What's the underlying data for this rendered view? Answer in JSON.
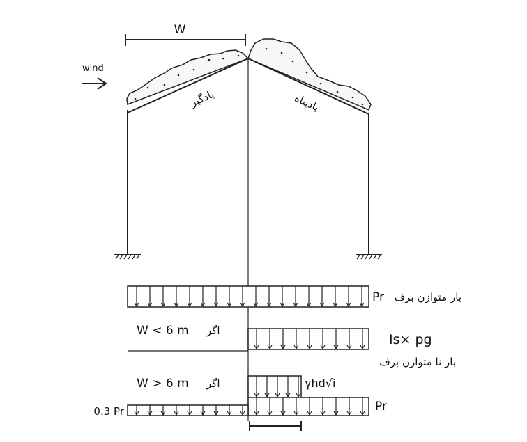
{
  "width_label": "W",
  "wind": {
    "label": "wind",
    "arrow_icon": "right-arrow-icon"
  },
  "roof": {
    "windward_label": "بادگیر",
    "leeward_label": "بادپناه"
  },
  "balanced": {
    "load_label": "Pr",
    "caption": "بار متوازن برف"
  },
  "unbalanced_small": {
    "condition": "W < 6 m",
    "if_label": "اگر",
    "formula_main": "Is× pg",
    "caption": "بار نا متوازن برف"
  },
  "unbalanced_large": {
    "condition": "W > 6 m",
    "if_label": "اگر",
    "drift_formula": "γhd√i",
    "right_load_label": "Pr",
    "left_load_label": "0.3 Pr"
  }
}
